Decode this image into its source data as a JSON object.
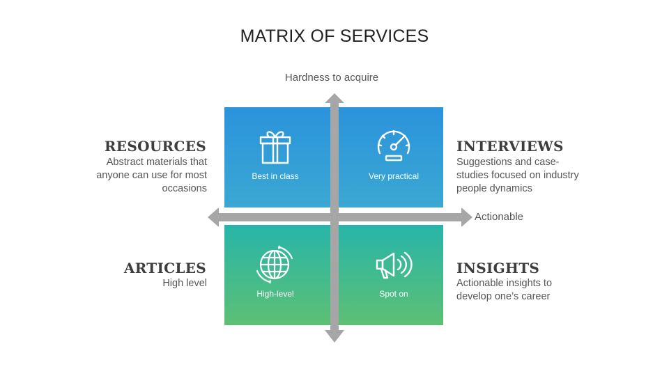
{
  "title": "MATRIX OF SERVICES",
  "axes": {
    "vertical_label": "Hardness to acquire",
    "horizontal_label": "Actionable"
  },
  "colors": {
    "top_tiles": "#2a93dc",
    "bottom_tiles": "#5dc074",
    "arrow": "#a6a6a6"
  },
  "quadrants": {
    "top_left": {
      "icon": "gift-icon",
      "caption": "Best in class"
    },
    "top_right": {
      "icon": "speedometer-icon",
      "caption": "Very practical"
    },
    "bottom_left": {
      "icon": "globe-icon",
      "caption": "High-level"
    },
    "bottom_right": {
      "icon": "megaphone-icon",
      "caption": "Spot on"
    }
  },
  "labels": {
    "resources": {
      "title": "RESOURCES",
      "desc_lines": [
        "Abstract materials that",
        "anyone can use for most",
        "occasions"
      ]
    },
    "interviews": {
      "title": "INTERVIEWS",
      "desc_lines": [
        "Suggestions and case-",
        "studies focused on industry",
        "people dynamics"
      ]
    },
    "articles": {
      "title": "ARTICLES",
      "desc_lines": [
        "High level"
      ]
    },
    "insights": {
      "title": "INSIGHTS",
      "desc_lines": [
        "Actionable insights to",
        "develop one’s career"
      ]
    }
  }
}
